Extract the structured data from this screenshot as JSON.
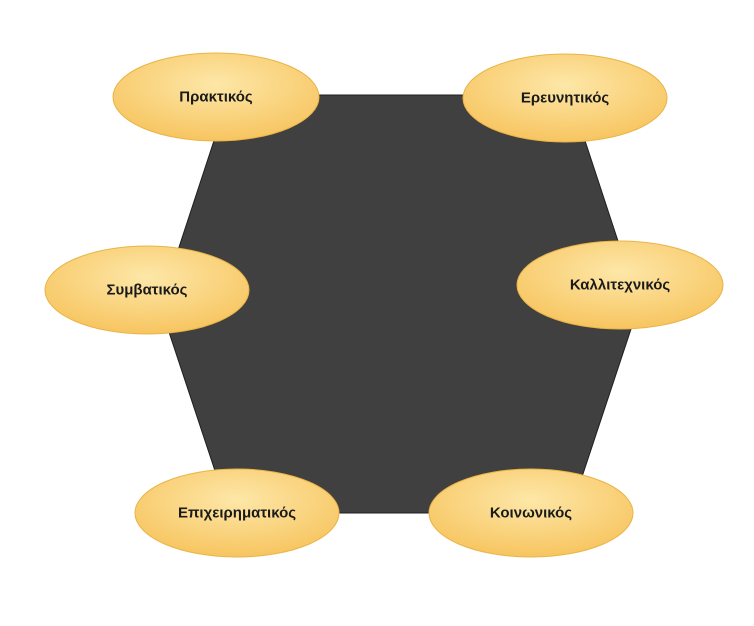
{
  "diagram": {
    "colors": {
      "hexagon_fill": "#404040",
      "hexagon_stroke": "#1f1f1f",
      "ellipse_fill_light": "#fde7a8",
      "ellipse_fill_dark": "#f7c560",
      "ellipse_stroke": "#e9b447",
      "label_color": "#1a1a1a"
    },
    "nodes": [
      {
        "label": "Πρακτικός"
      },
      {
        "label": "Ερευνητικός"
      },
      {
        "label": "Συμβατικός"
      },
      {
        "label": "Καλλιτεχνικός"
      },
      {
        "label": "Επιχειρηματικός"
      },
      {
        "label": "Κοινωνικός"
      }
    ]
  }
}
